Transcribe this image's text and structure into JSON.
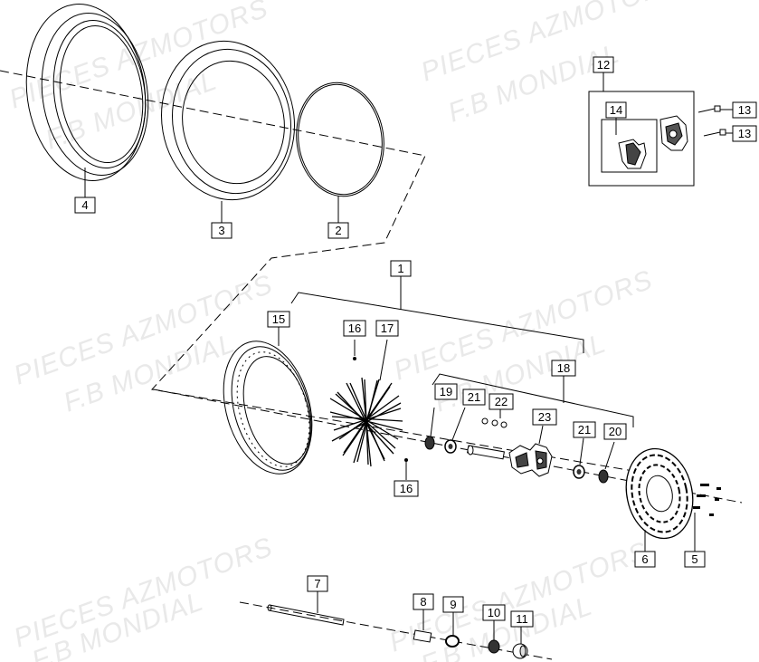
{
  "watermark": {
    "line1": "PIECES AZMOTORS",
    "line2": "F.B MONDIAL"
  },
  "callouts": {
    "c1": "1",
    "c2": "2",
    "c3": "3",
    "c4": "4",
    "c5": "5",
    "c6": "6",
    "c7": "7",
    "c8": "8",
    "c9": "9",
    "c10": "10",
    "c11": "11",
    "c12": "12",
    "c13a": "13",
    "c13b": "13",
    "c14": "14",
    "c15": "15",
    "c16a": "16",
    "c16b": "16",
    "c17": "17",
    "c18": "18",
    "c19": "19",
    "c20": "20",
    "c21a": "21",
    "c21b": "21",
    "c22": "22",
    "c23": "23"
  },
  "colors": {
    "line": "#000000",
    "watermark": "#e9e9e9",
    "part_fill": "#ffffff",
    "dark_part": "#333333"
  }
}
